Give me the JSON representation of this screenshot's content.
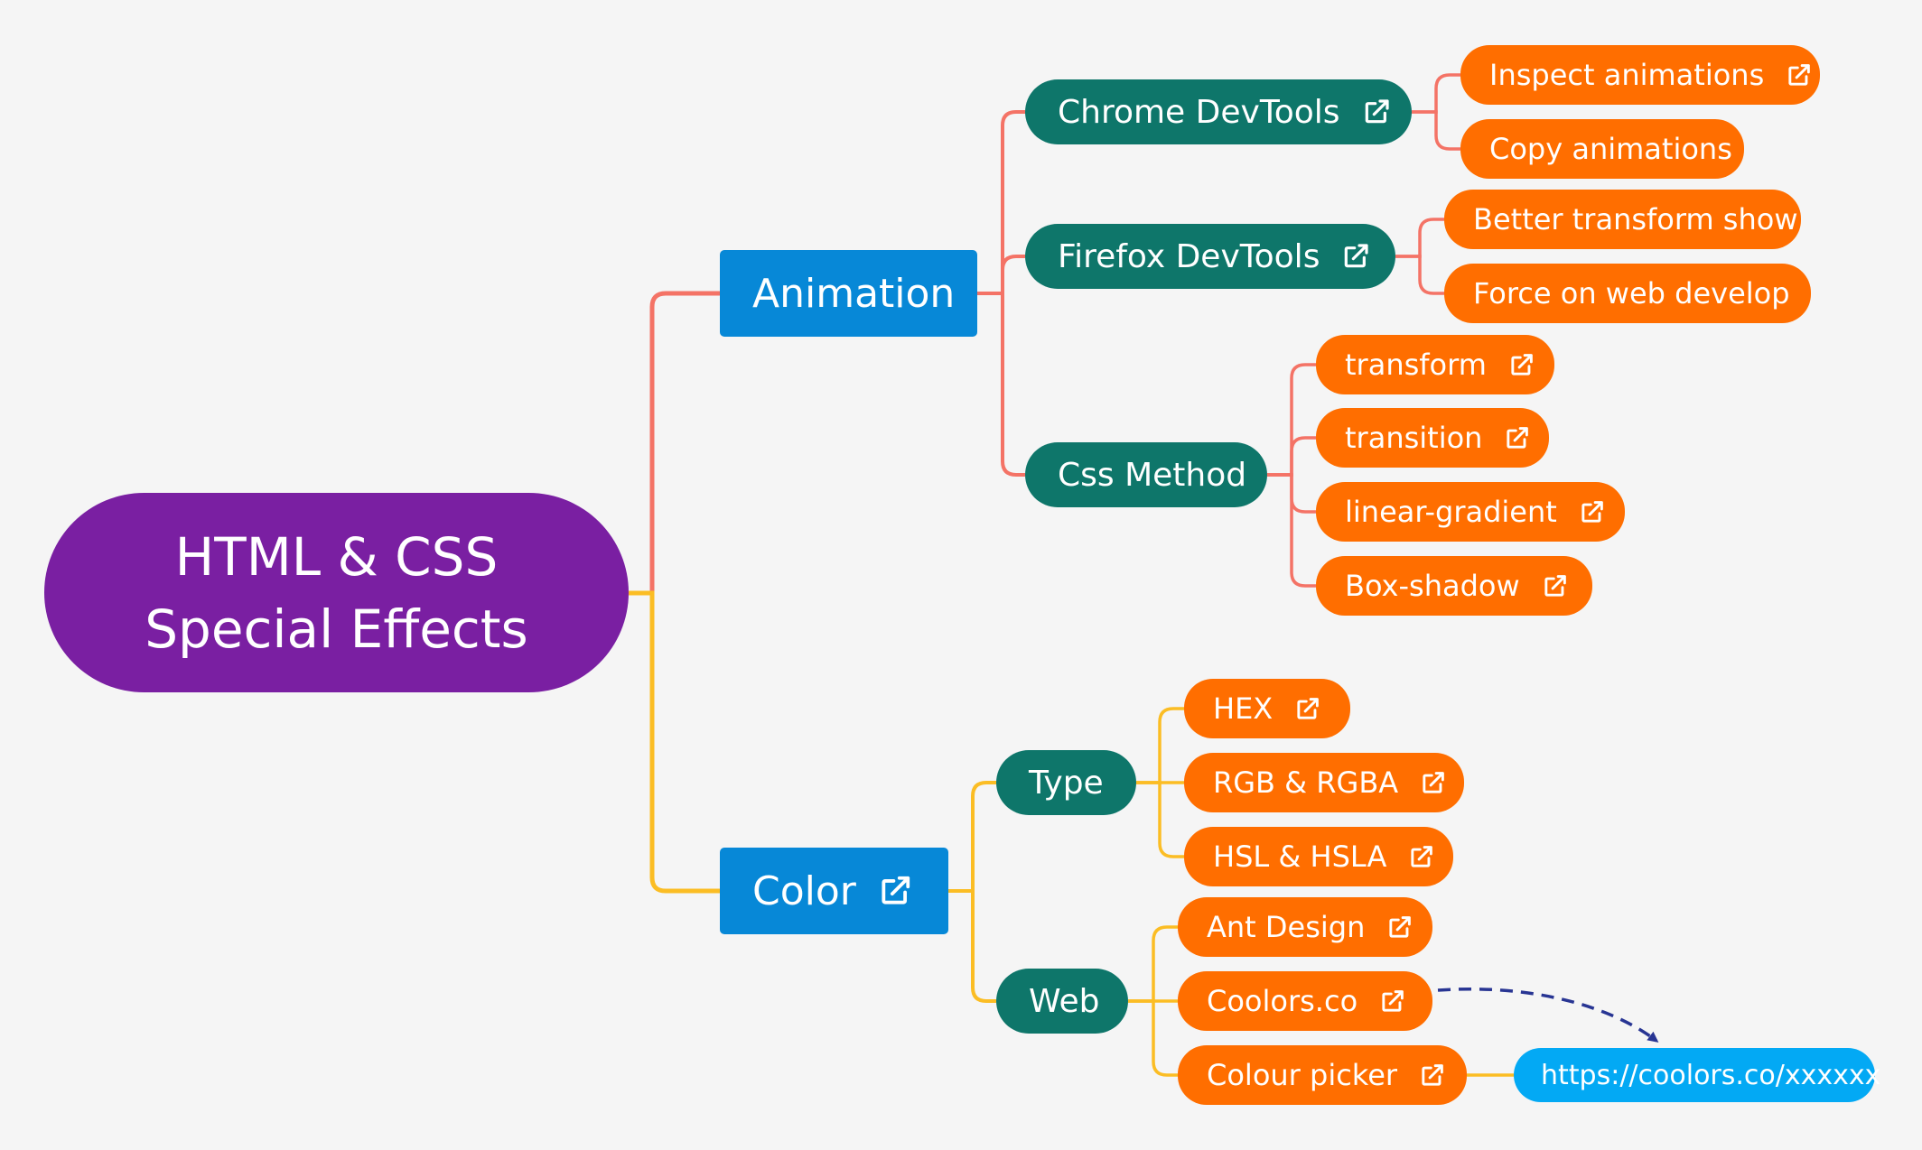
{
  "colors": {
    "background": "#f5f5f5",
    "root": "#7a1fa2",
    "main": "#0788d7",
    "sub": "#0e766a",
    "leaf": "#ff6e00",
    "url": "#03a9f4",
    "line_animation": "#f47366",
    "line_color": "#fbbd24",
    "dashed_arrow": "#283593"
  },
  "root": {
    "line1": "HTML & CSS",
    "line2": "Special Effects"
  },
  "branches": {
    "animation": {
      "label": "Animation",
      "chrome": {
        "label": "Chrome DevTools",
        "icon": "external-link-icon",
        "inspect": "Inspect animations",
        "copy": "Copy animations"
      },
      "firefox": {
        "label": "Firefox DevTools",
        "icon": "external-link-icon",
        "better": "Better transform show",
        "force": "Force on web develop"
      },
      "css": {
        "label": "Css Method",
        "transform": "transform",
        "transition": "transition",
        "gradient": "linear-gradient",
        "shadow": "Box-shadow"
      }
    },
    "color": {
      "label": "Color",
      "icon": "external-link-icon",
      "type": {
        "label": "Type",
        "hex": "HEX",
        "rgb": "RGB & RGBA",
        "hsl": "HSL & HSLA"
      },
      "web": {
        "label": "Web",
        "ant": "Ant Design",
        "coolors": "Coolors.co",
        "picker": "Colour picker",
        "url": "https://coolors.co/xxxxxx"
      }
    }
  }
}
